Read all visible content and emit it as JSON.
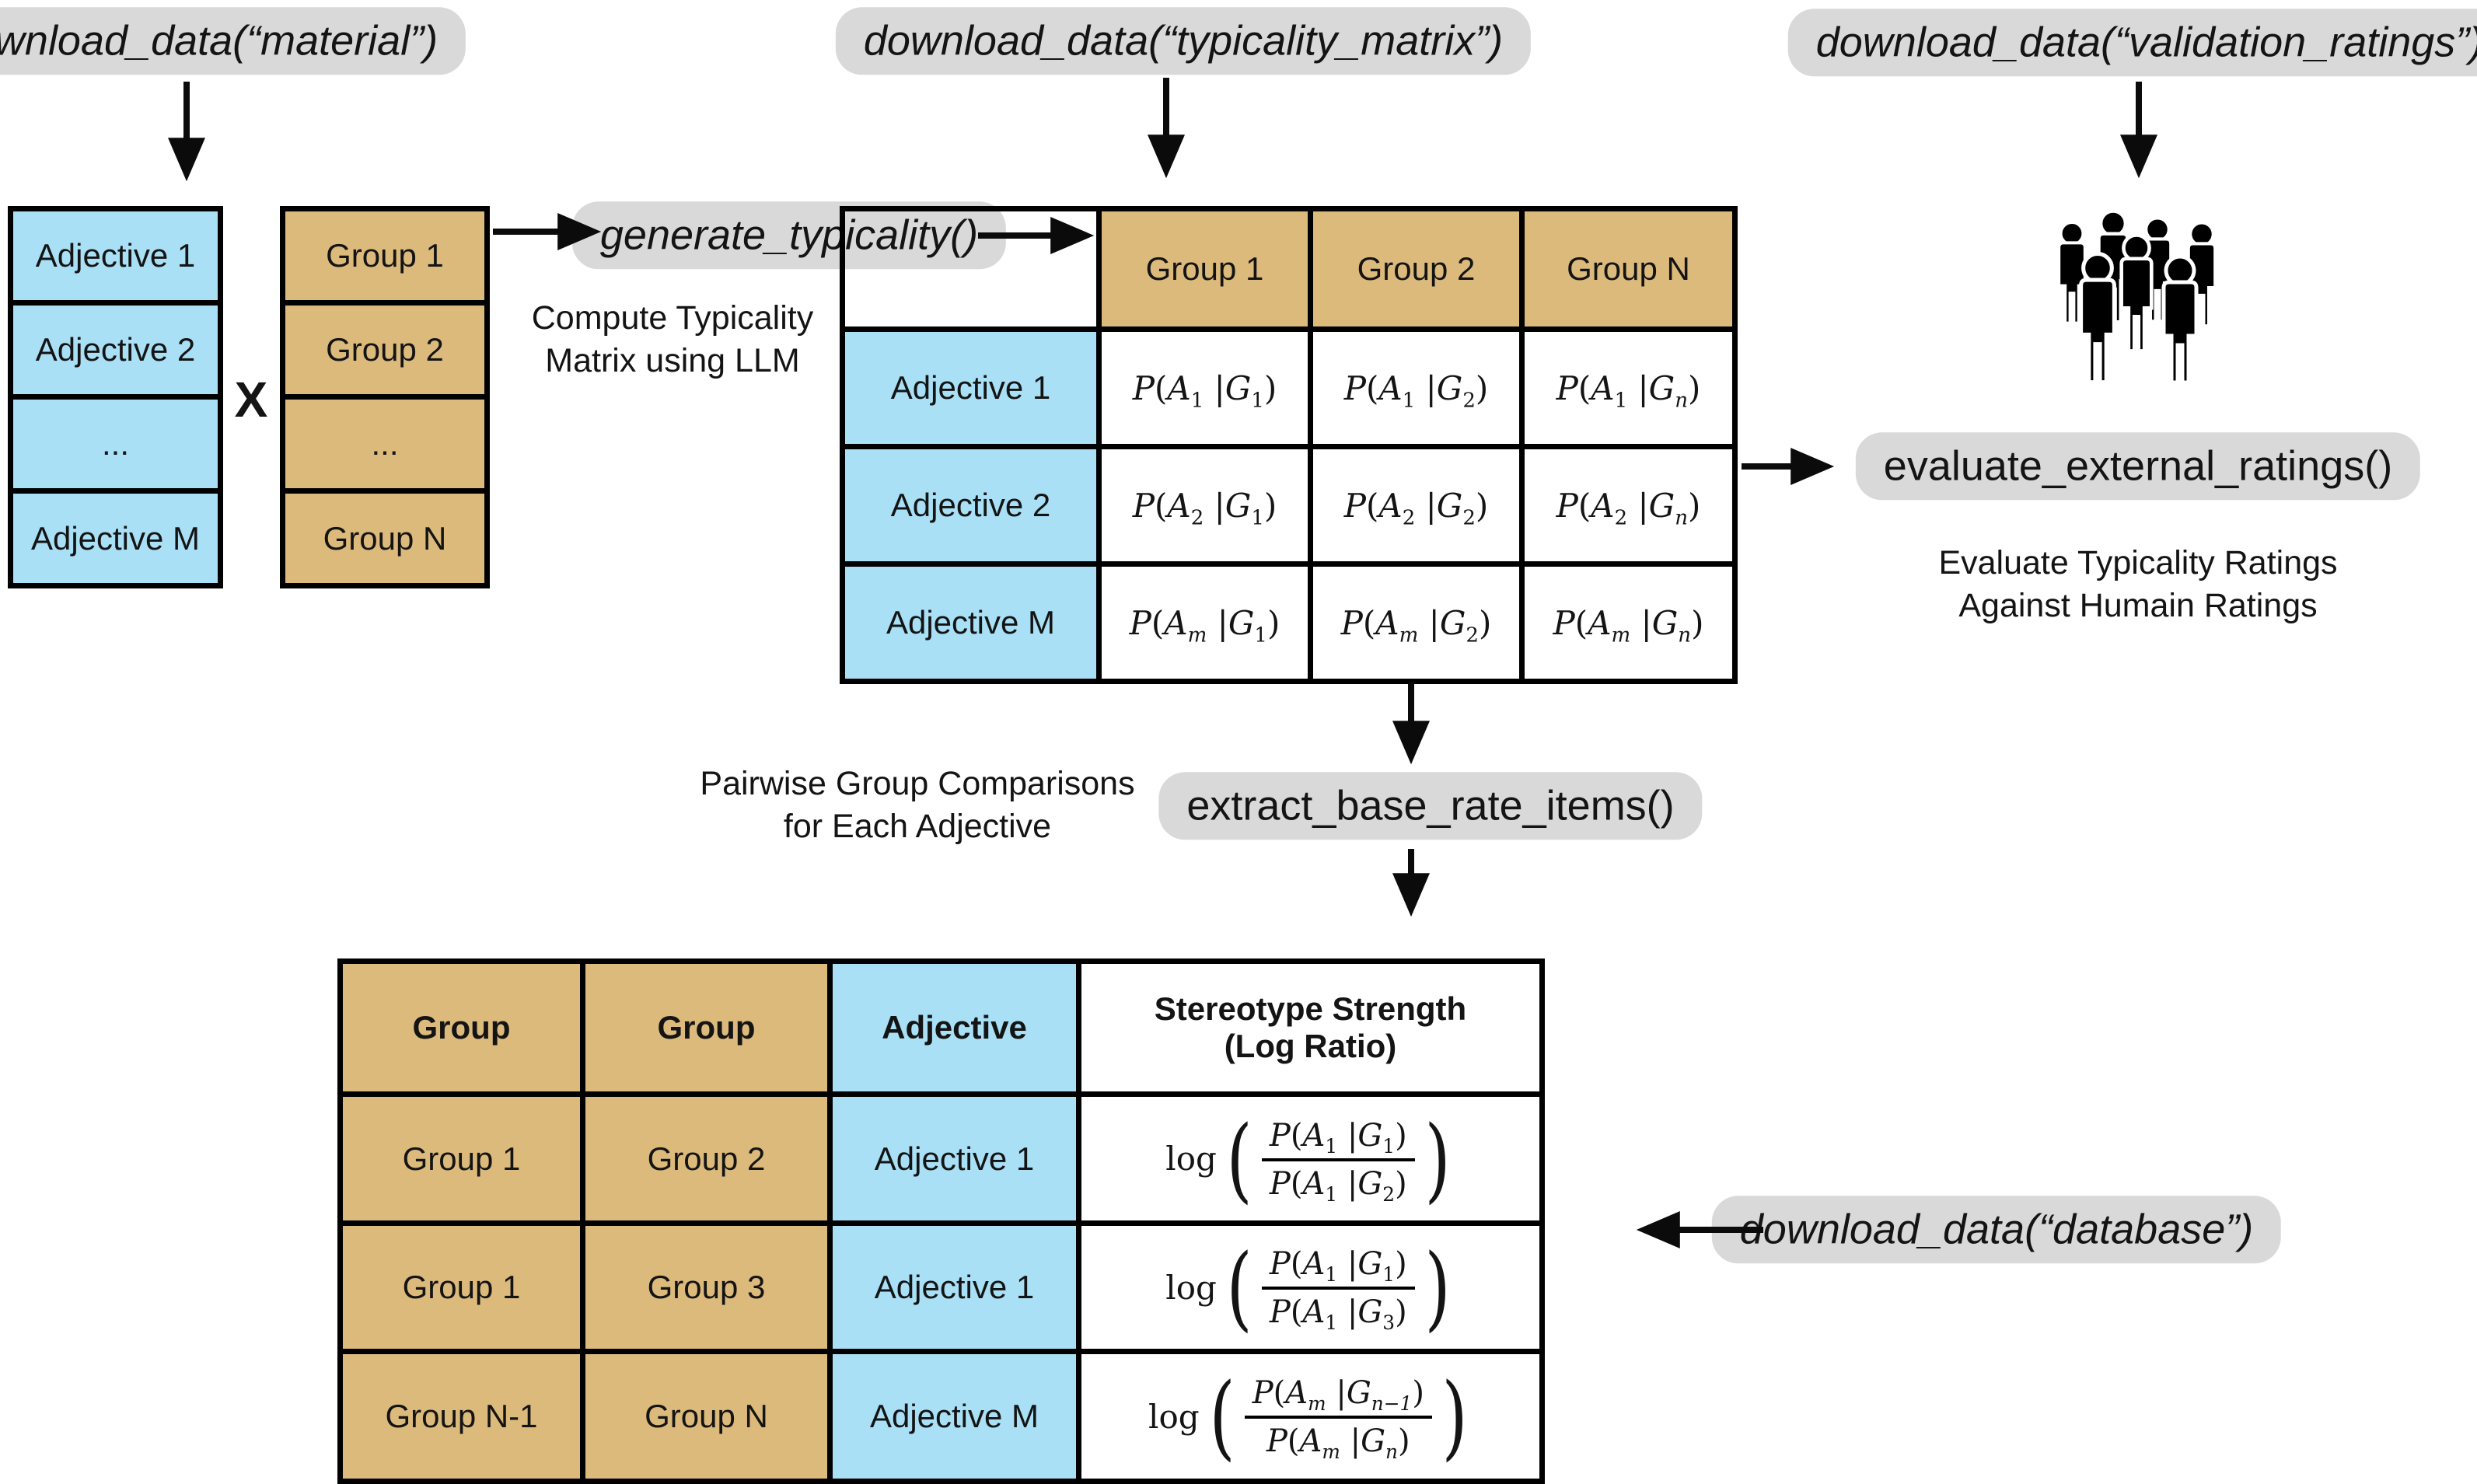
{
  "colors": {
    "pill_gray": "#d9d9d9",
    "group_tan": "#dcba7c",
    "adjective_blue": "#a9e0f6",
    "border_black": "#000000",
    "icon_black": "#000000"
  },
  "pills": {
    "material": "download_data(“material”)",
    "typicality_matrix": "download_data(“typicality_matrix”)",
    "validation_ratings": "download_data(“validation_ratings”)",
    "generate_typicality": "generate_typicality()",
    "evaluate_external_ratings": "evaluate_external_ratings()",
    "extract_base_rate_items": "extract_base_rate_items()",
    "database": "download_data(“database”)"
  },
  "captions": {
    "cross_symbol": "X",
    "compute_typicality": [
      "Compute Typicality",
      "Matrix using LLM"
    ],
    "pairwise": [
      "Pairwise Group Comparisons",
      "for Each Adjective"
    ],
    "evaluate": [
      "Evaluate Typicality Ratings",
      "Against Humain Ratings"
    ]
  },
  "adjective_list": {
    "rows": [
      "Adjective 1",
      "Adjective 2",
      "...",
      "Adjective M"
    ]
  },
  "group_list": {
    "rows": [
      "Group 1",
      "Group 2",
      "...",
      "Group N"
    ]
  },
  "typicality_matrix": {
    "col_headers": [
      "Group 1",
      "Group 2",
      "Group N"
    ],
    "row_headers": [
      "Adjective 1",
      "Adjective 2",
      "Adjective M"
    ],
    "cells": [
      [
        "P(A_1 |G_1)",
        "P(A_1 |G_2)",
        "P(A_1 |G_n)"
      ],
      [
        "P(A_2 |G_1)",
        "P(A_2 |G_2)",
        "P(A_2 |G_n)"
      ],
      [
        "P(A_m |G_1)",
        "P(A_m |G_2)",
        "P(A_m |G_n)"
      ]
    ]
  },
  "base_rate_table": {
    "headers": {
      "group_a": "Group",
      "group_b": "Group",
      "adjective": "Adjective",
      "strength_line1": "Stereotype Strength",
      "strength_line2": "(Log Ratio)"
    },
    "rows": [
      {
        "group_a": "Group 1",
        "group_b": "Group 2",
        "adjective": "Adjective 1",
        "log": "log",
        "num": "P(A_1 |G_1)",
        "den": "P(A_1 |G_2)"
      },
      {
        "group_a": "Group 1",
        "group_b": "Group 3",
        "adjective": "Adjective 1",
        "log": "log",
        "num": "P(A_1 |G_1)",
        "den": "P(A_1 |G_3)"
      },
      {
        "group_a": "Group N-1",
        "group_b": "Group N",
        "adjective": "Adjective M",
        "log": "log",
        "num": "P(A_m |G_{n−1})",
        "den": "P(A_m |G_n)"
      }
    ]
  },
  "icons": {
    "people_icon": "crowd of human raters"
  }
}
